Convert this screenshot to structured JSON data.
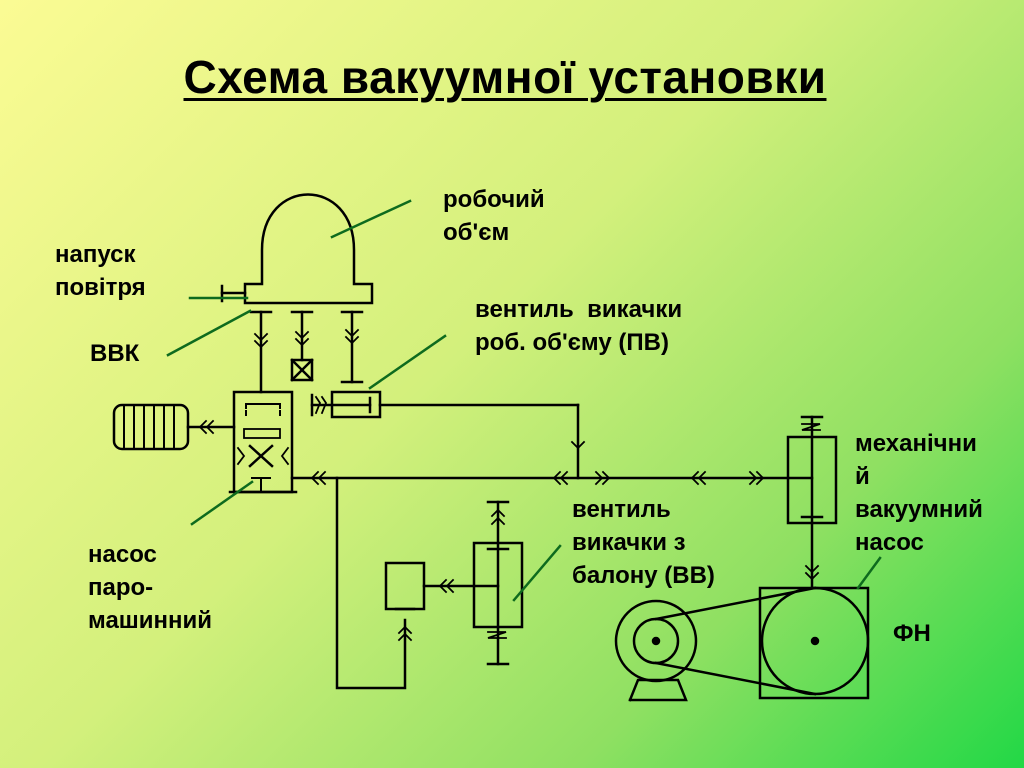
{
  "title": "Схема вакуумної установки",
  "labels": {
    "working_volume": [
      "робочий",
      "об'єм"
    ],
    "air_inlet": [
      "напуск",
      "повітря"
    ],
    "vvk": "ВВК",
    "pv_valve": [
      "вентиль  викачки",
      "роб. об'єму (ПВ)"
    ],
    "steam_pump": [
      "насос",
      "паро-",
      "машинний"
    ],
    "vv_valve": [
      "вентиль",
      "викачки з",
      "балону (ВВ)"
    ],
    "mech_pump": [
      "механічни",
      "й",
      "вакуумний",
      "насос"
    ],
    "fn": "ФН"
  },
  "colors": {
    "leader_line": "#0e6b1e",
    "line": "#000000"
  }
}
